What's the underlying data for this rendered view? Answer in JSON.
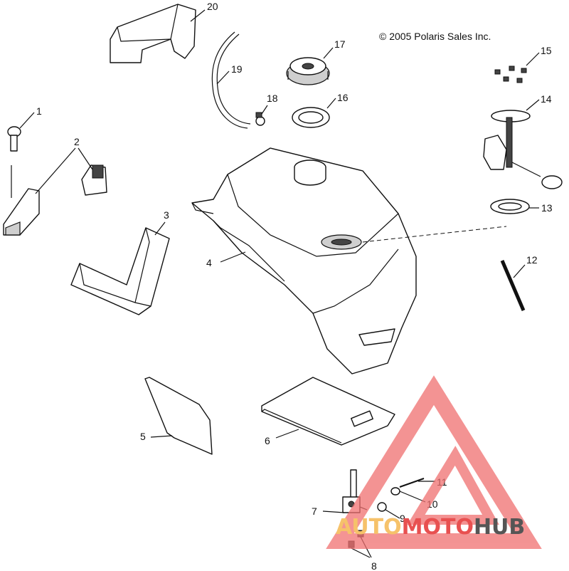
{
  "copyright": "© 2005 Polaris Sales Inc.",
  "callouts": [
    "1",
    "2",
    "3",
    "4",
    "5",
    "6",
    "7",
    "8",
    "9",
    "10",
    "11",
    "12",
    "13",
    "14",
    "15",
    "16",
    "17",
    "18",
    "19",
    "20"
  ],
  "watermark": {
    "brand": "AUTOMOTOHUB",
    "part_a": "AUTO",
    "part_b": "MOTO",
    "part_c": "HUB",
    "colors": {
      "logo_red": "#f07070",
      "auto": "#f6c26a",
      "moto": "#e85050",
      "hub": "#555555"
    }
  }
}
